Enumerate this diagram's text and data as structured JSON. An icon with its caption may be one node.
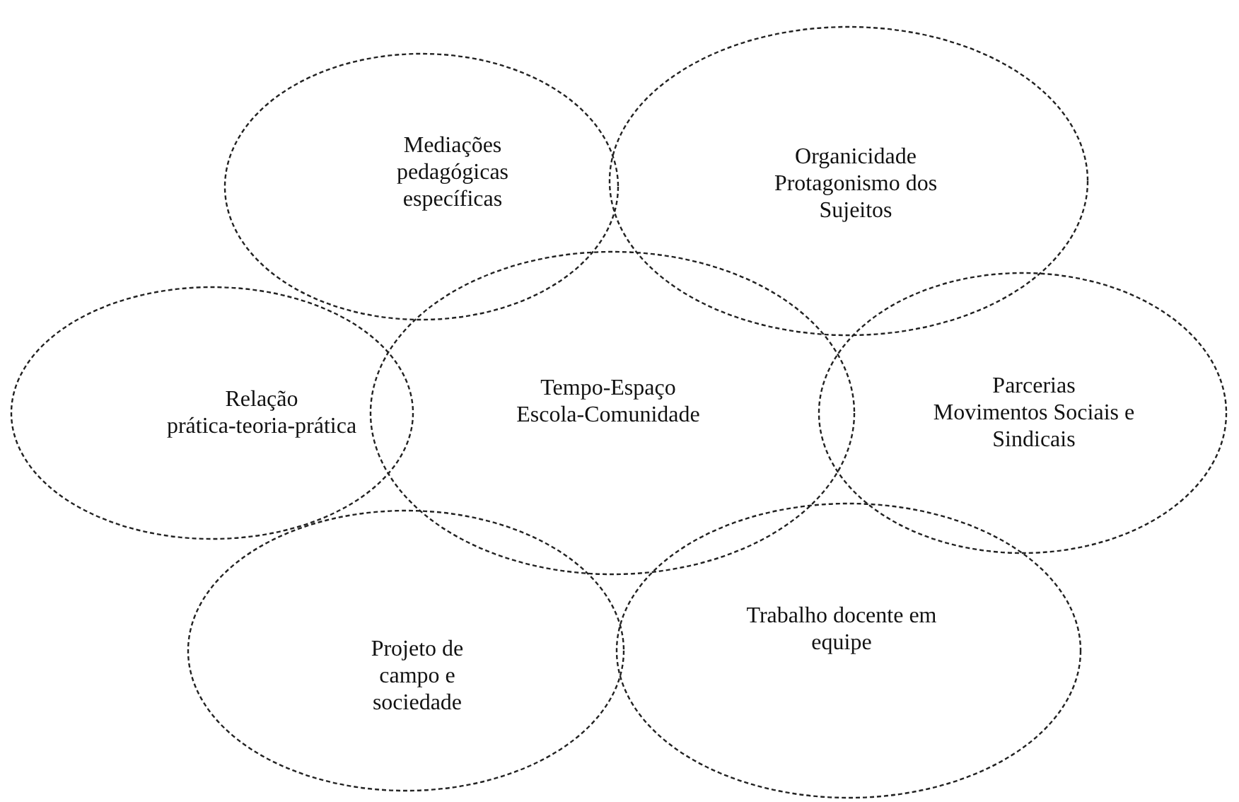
{
  "diagram": {
    "nodes": [
      {
        "text": [
          "Mediações pedagógicas específicas"
        ]
      },
      {
        "text": [
          "Organicidade",
          "Protagonismo dos Sujeitos"
        ]
      },
      {
        "text": [
          "Relação",
          "prática-teoria-prática"
        ]
      },
      {
        "text": [
          "Tempo-Espaço",
          "Escola-Comunidade"
        ]
      },
      {
        "text": [
          "Parcerias",
          "Movimentos Sociais e Sindicais"
        ]
      },
      {
        "text": [
          "Projeto de campo e sociedade"
        ]
      },
      {
        "text": [
          "Trabalho docente em equipe"
        ]
      }
    ]
  }
}
